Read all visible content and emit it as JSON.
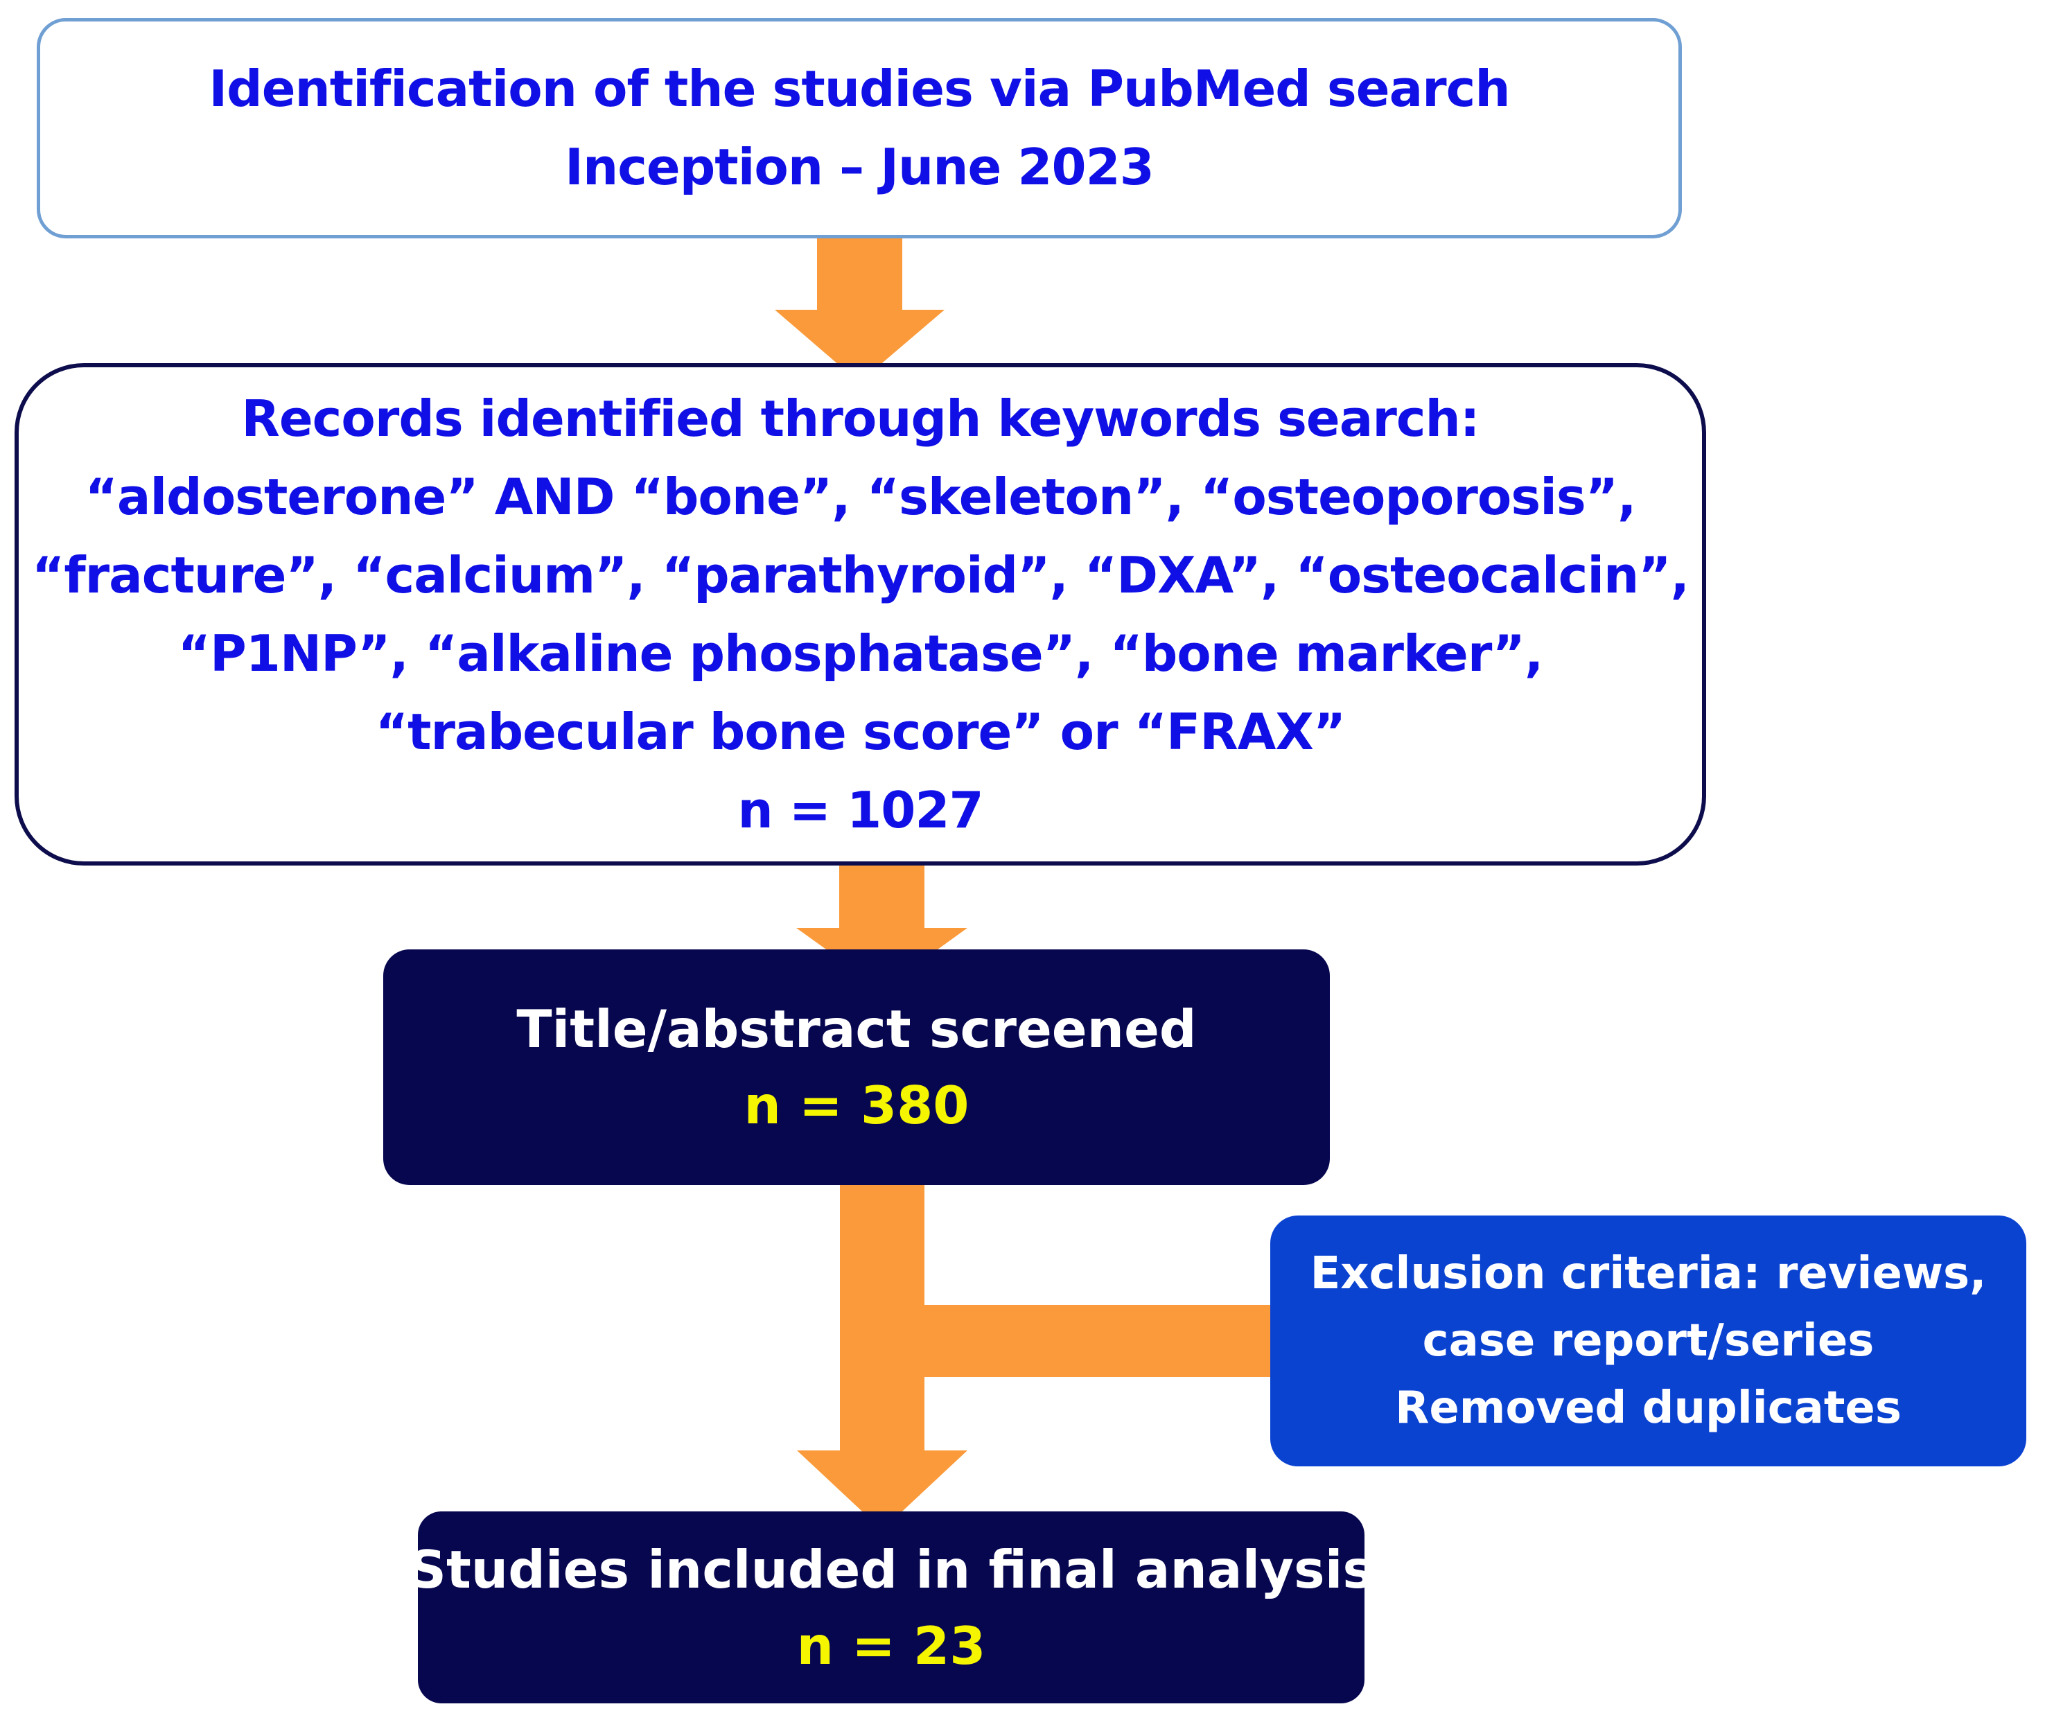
{
  "nodes": {
    "identification": {
      "lines": [
        "Identification of the studies via PubMed search",
        "Inception – June 2023"
      ]
    },
    "records": {
      "lines": [
        "Records identified through keywords search:",
        "“aldosterone” AND “bone”, “skeleton”, “osteoporosis”,",
        "“fracture”, “calcium”, “parathyroid”, “DXA”, “osteocalcin”,",
        "“P1NP”, “alkaline phosphatase”, “bone marker”,",
        "“trabecular bone score” or “FRAX”"
      ],
      "count": "n = 1027"
    },
    "screened": {
      "label": "Title/abstract screened",
      "count": "n = 380"
    },
    "exclusion": {
      "lines": [
        "Exclusion criteria: reviews,",
        "case report/series",
        "Removed duplicates"
      ]
    },
    "included": {
      "label": "Studies included in final analysis",
      "count": "n = 23"
    }
  },
  "edges": [
    {
      "from": "identification",
      "to": "records"
    },
    {
      "from": "records",
      "to": "screened"
    },
    {
      "from": "screened",
      "to": "exclusion"
    },
    {
      "from": "screened",
      "to": "included"
    }
  ],
  "colors": {
    "arrow": "#fb9a3a",
    "outline_box_text": "#1010e6",
    "dark_box_fill": "#070750",
    "exclusion_box_fill": "#0b43d1",
    "count_highlight": "#f5f500"
  }
}
